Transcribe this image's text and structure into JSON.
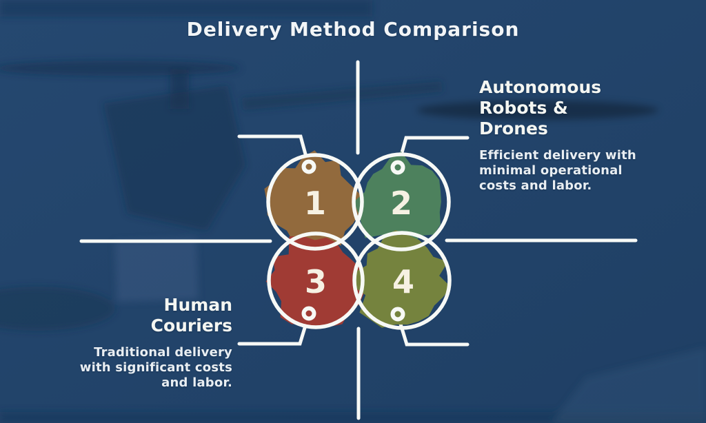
{
  "title": "Delivery Method Comparison",
  "circles": [
    {
      "number": "1",
      "color": "#926a3d"
    },
    {
      "number": "2",
      "color": "#4d815d"
    },
    {
      "number": "3",
      "color": "#a03b34"
    },
    {
      "number": "4",
      "color": "#75833e"
    }
  ],
  "labels": {
    "autonomous": {
      "heading_lines": [
        "Autonomous",
        "Robots &",
        "Drones"
      ],
      "body_lines": [
        "Efficient delivery with",
        "minimal operational",
        "costs and labor."
      ]
    },
    "human": {
      "heading_lines": [
        "Human",
        "Couriers"
      ],
      "body_lines": [
        "Traditional delivery",
        "with significant costs",
        "and labor."
      ]
    }
  },
  "colors": {
    "background": "#22436a",
    "line": "#f7f9f6",
    "number": "#f6f1e3",
    "text": "#eef2f5"
  }
}
